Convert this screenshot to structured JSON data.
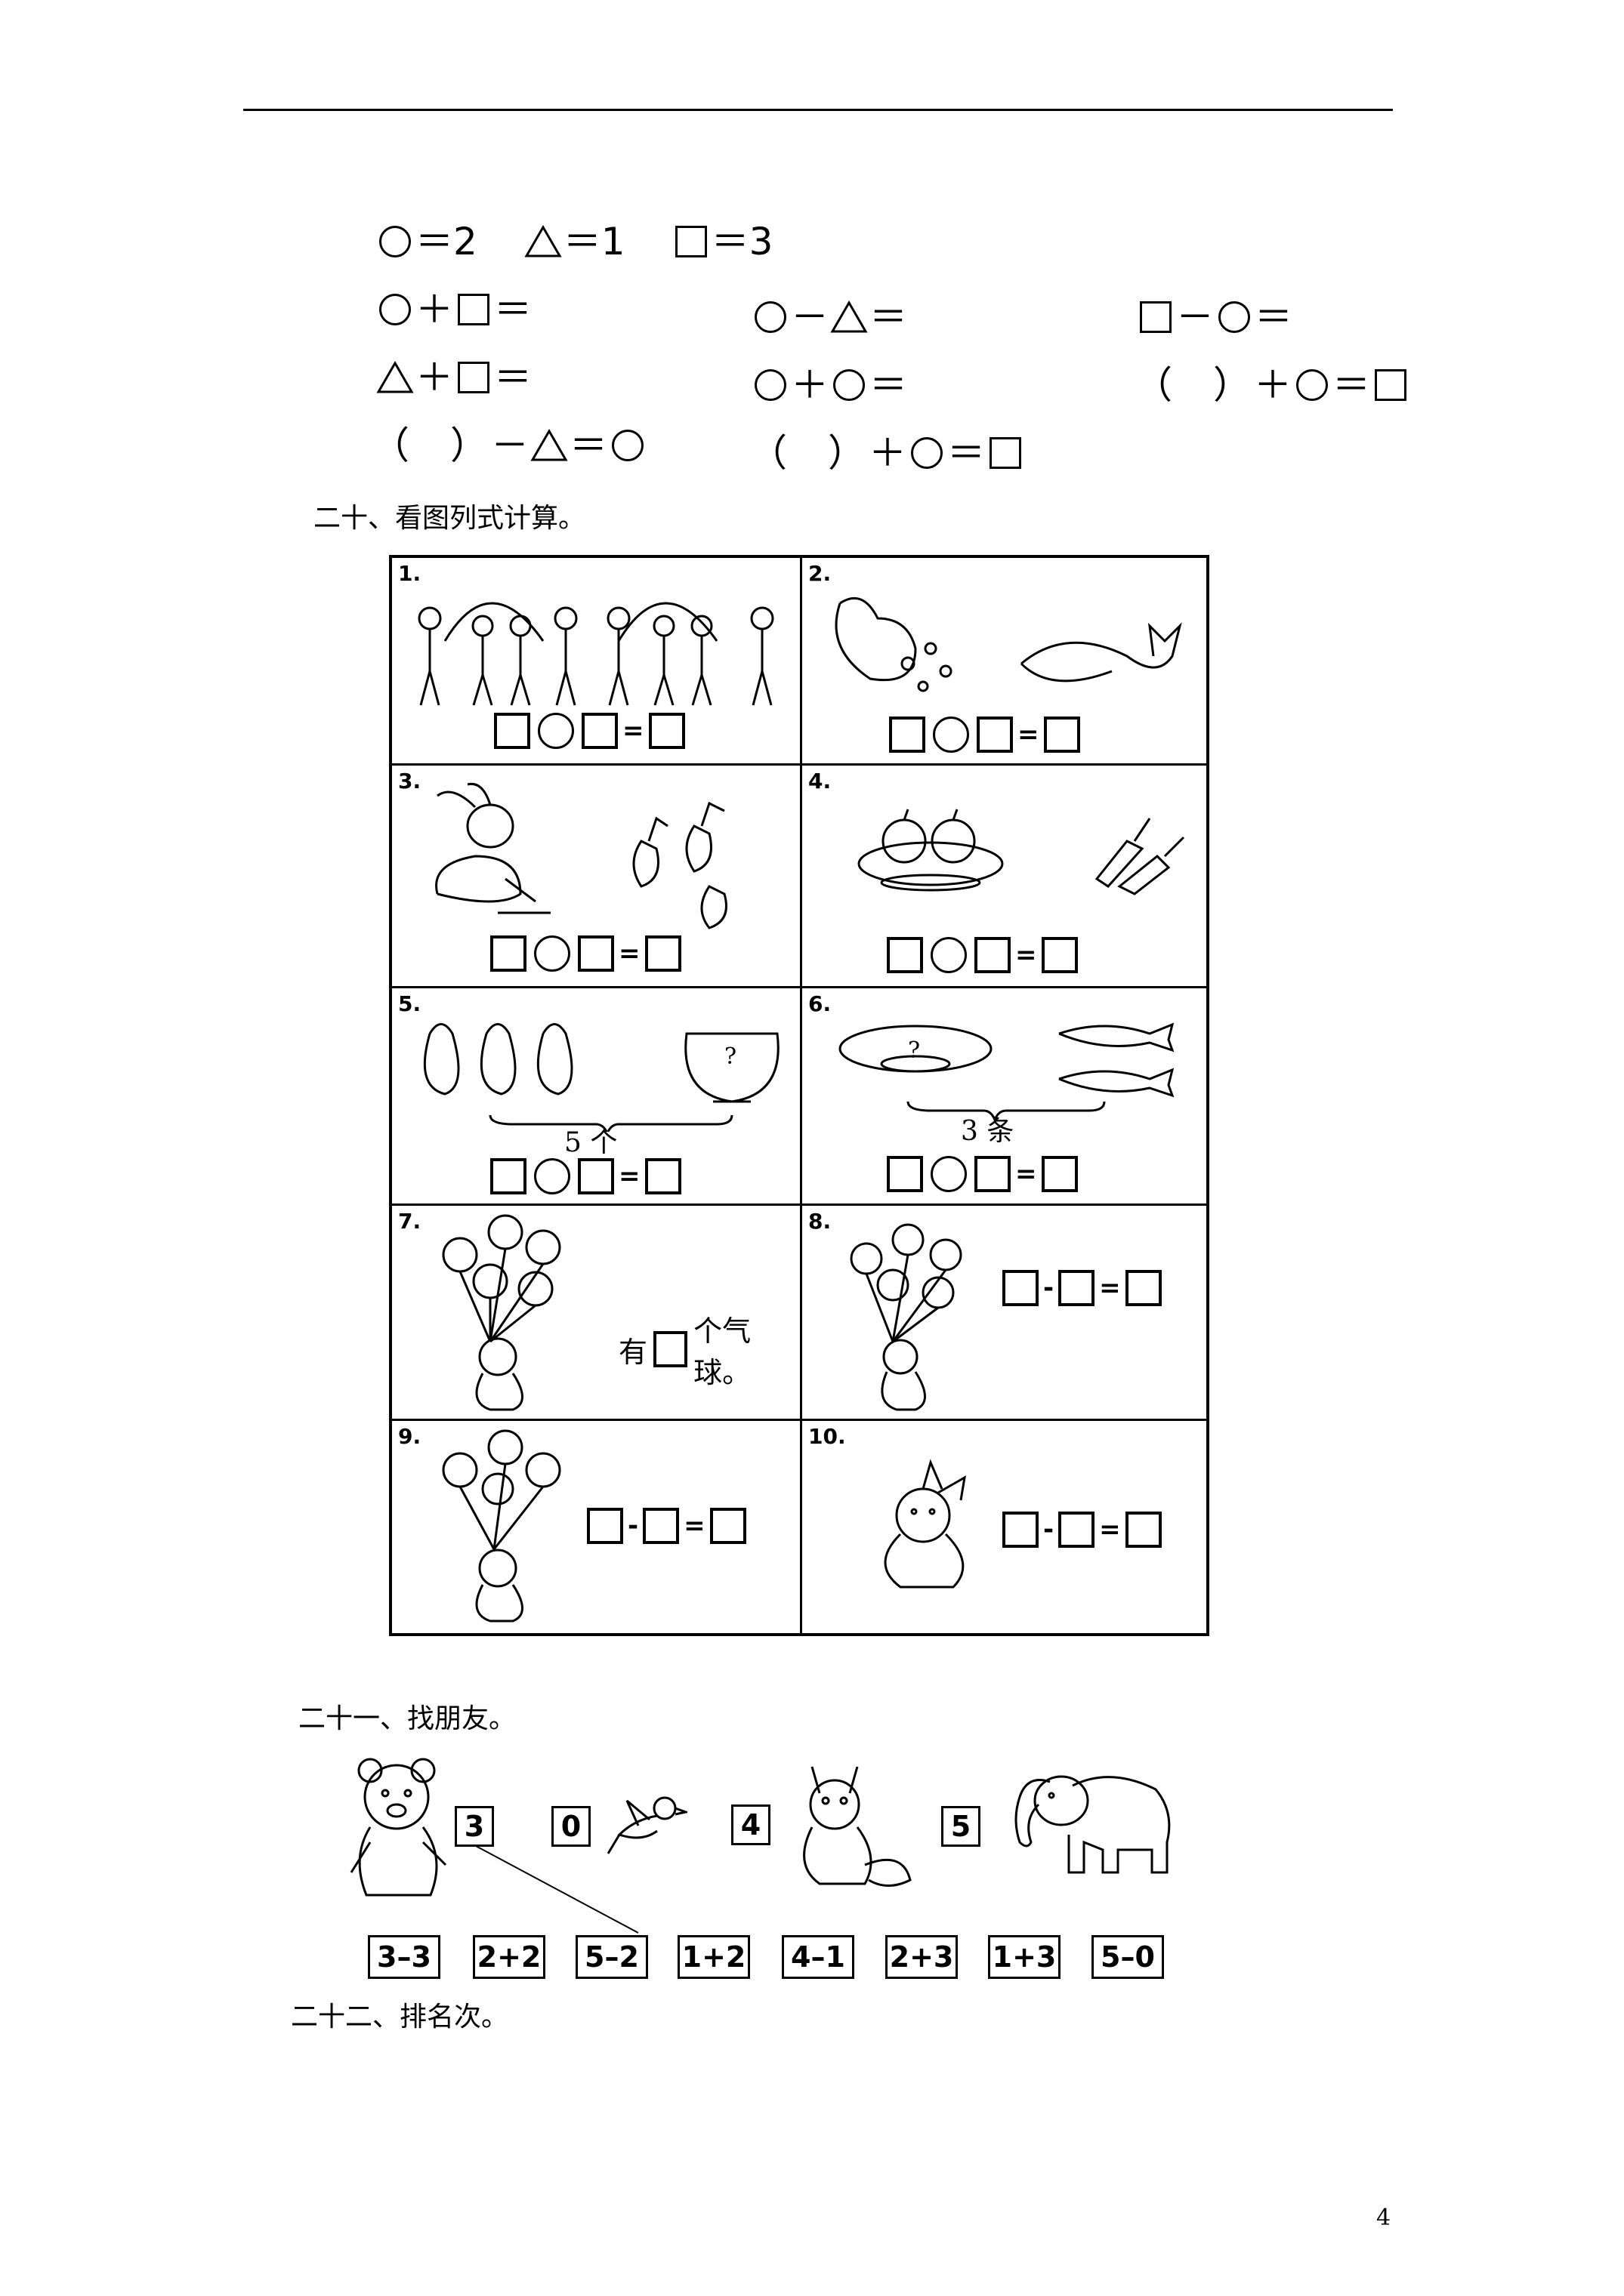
{
  "symbols": {
    "circle_value": "＝2",
    "triangle_value": "＝1",
    "square_value": "＝3"
  },
  "ops": {
    "plus": "＋",
    "minus": "－",
    "equals": "＝",
    "paren_open": "（",
    "paren_close": "）"
  },
  "section20": {
    "title": "二十、看图列式计算。",
    "cells": [
      {
        "num": "1."
      },
      {
        "num": "2."
      },
      {
        "num": "3."
      },
      {
        "num": "4."
      },
      {
        "num": "5.",
        "label": "5 个"
      },
      {
        "num": "6.",
        "label": "3 条"
      },
      {
        "num": "7.",
        "text_before": "有",
        "text_after": "个气球。"
      },
      {
        "num": "8."
      },
      {
        "num": "9."
      },
      {
        "num": "10."
      }
    ],
    "question_mark": "?",
    "eq_minus": "-",
    "eq_equals": "="
  },
  "section21": {
    "title": "二十一、找朋友。",
    "animal_numbers": [
      "3",
      "0",
      "4",
      "5"
    ],
    "expressions": [
      "3–3",
      "2+2",
      "5–2",
      "1+2",
      "4–1",
      "2+3",
      "1+3",
      "5–0"
    ]
  },
  "section22": {
    "title": "二十二、排名次。"
  },
  "page_number": "4"
}
